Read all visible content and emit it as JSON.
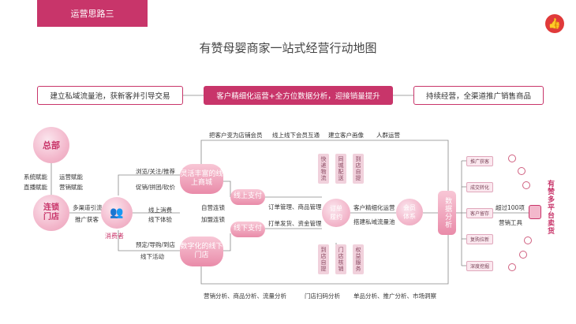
{
  "header": {
    "tag": "运营思路三",
    "logo_icon": "thumbs-up-icon",
    "title": "有赞母婴商家一站式经营行动地图"
  },
  "top_row": {
    "left": "建立私域流量池，获新客并引导交易",
    "middle": "客户精细化运营+全方位数据分析，迎接销量提升",
    "right": "持续经营，全渠道推广销售商品"
  },
  "left_side": {
    "hq": "总部",
    "hq_left": [
      "系统赋能",
      "直播赋能"
    ],
    "hq_right": [
      "运营赋能",
      "营销赋能"
    ],
    "store": [
      "连锁",
      "门店"
    ],
    "store_right": [
      "多渠道引流",
      "推广获客"
    ],
    "consumer": "消费者",
    "consumer_icon": "person-icon"
  },
  "flow_labels": {
    "upper_1": "浏览/关注/推荐",
    "upper_2": "促销/拼团/砍价",
    "mid_1": "线上消费",
    "mid_2": "线下体验",
    "lower_1": "预定/导购/到店",
    "lower_2": "线下活动",
    "center_1": "自营连锁",
    "center_2": "加盟连锁",
    "top_1": "把客户变为店铺会员",
    "top_2": "线上线下会员互通",
    "top_3": "建立客户画像",
    "top_4": "人群运营",
    "pay_1a": "订单管理、商品管理",
    "pay_2a": "打单发货、资金管理",
    "member_1": "客户精细化运营",
    "member_2": "搭建私域流量池",
    "promo_1": "超过100项",
    "promo_2": "营销工具"
  },
  "nodes": {
    "online_mall": "灵活丰富的线上商城",
    "offline_store": "数字化的线下门店",
    "online_pay": "线上支付",
    "offline_pay": "线下支付",
    "order": "订单履约",
    "member": "会员体系",
    "data": "数据分析"
  },
  "vtags_top": [
    "快递物流",
    "同城配送",
    "到店自提"
  ],
  "vtags_bottom": [
    "到店自提",
    "门店核销",
    "权益服务"
  ],
  "right_items": [
    "推广获客",
    "成交转化",
    "客户留存",
    "复购拉新",
    "深度挖掘"
  ],
  "right_side_title": "有赞多平台卖货",
  "bottom_labels": [
    "营销分析、商品分析、流量分析",
    "门店扫码分析",
    "单品分析、推广分析、市场洞察"
  ],
  "colors": {
    "accent": "#c8356a",
    "pill": "#e98ba9"
  }
}
